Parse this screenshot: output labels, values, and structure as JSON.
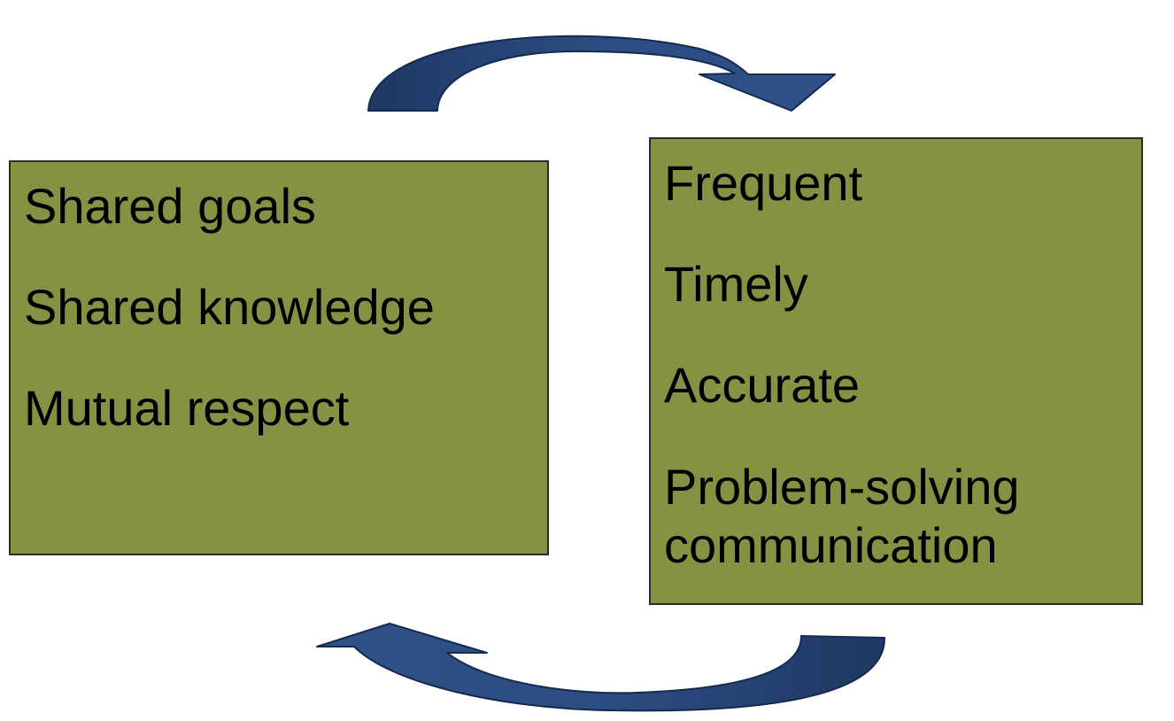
{
  "left_box": {
    "items": [
      "Shared goals",
      "Shared knowledge",
      "Mutual respect"
    ]
  },
  "right_box": {
    "items": [
      "Frequent",
      "Timely",
      "Accurate",
      "Problem-solving\ncommunication"
    ]
  },
  "colors": {
    "box_fill": "#839343",
    "box_border": "#2b2b2b",
    "arrow_dark": "#1f3864",
    "arrow_light": "#2e4f85"
  },
  "arrows": {
    "top": "curved-arrow-right-icon",
    "bottom": "curved-arrow-left-icon"
  }
}
